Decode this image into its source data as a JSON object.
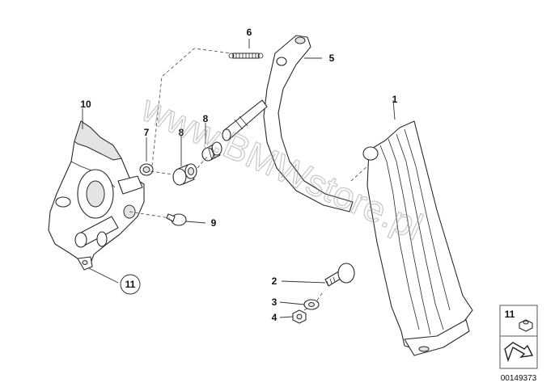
{
  "diagram": {
    "watermark": "www.BMWstore.pl",
    "image_number": "00149373",
    "parts": [
      {
        "id": "p1",
        "label": "1"
      },
      {
        "id": "p2",
        "label": "2"
      },
      {
        "id": "p3",
        "label": "3"
      },
      {
        "id": "p4",
        "label": "4"
      },
      {
        "id": "p5",
        "label": "5"
      },
      {
        "id": "p6",
        "label": "6"
      },
      {
        "id": "p7",
        "label": "7"
      },
      {
        "id": "p8a",
        "label": "8"
      },
      {
        "id": "p8b",
        "label": "8"
      },
      {
        "id": "p9",
        "label": "9"
      },
      {
        "id": "p10",
        "label": "10"
      },
      {
        "id": "p11",
        "label": "11"
      }
    ],
    "legend_box": {
      "label": "11"
    }
  }
}
